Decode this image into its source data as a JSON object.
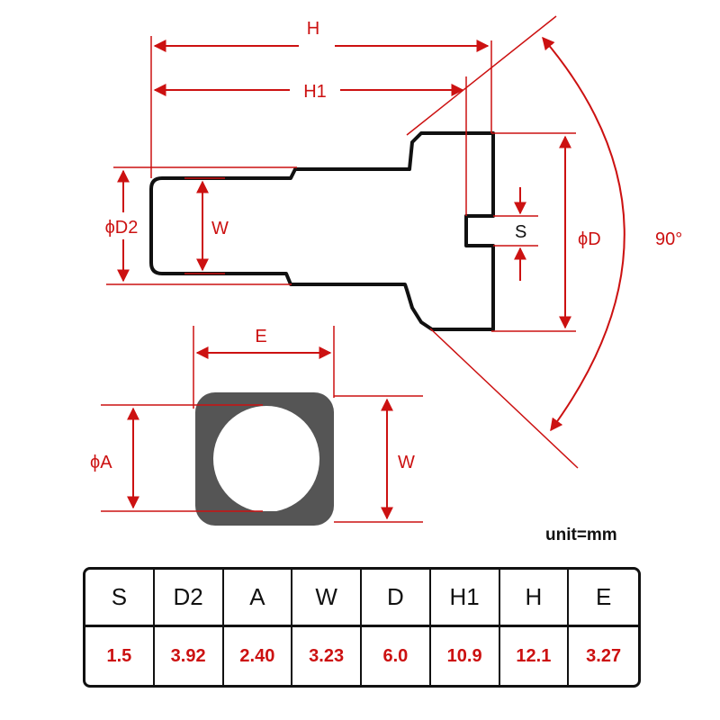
{
  "labels": {
    "H": "H",
    "H1": "H1",
    "D2": "ϕD2",
    "W_side": "W",
    "S": "S",
    "D": "ϕD",
    "angle": "90°",
    "E": "E",
    "A": "ϕA",
    "W_square": "W"
  },
  "unit": "unit=mm",
  "table": {
    "headers": [
      "S",
      "D2",
      "A",
      "W",
      "D",
      "H1",
      "H",
      "E"
    ],
    "values": [
      "1.5",
      "3.92",
      "2.40",
      "3.23",
      "6.0",
      "10.9",
      "12.1",
      "3.27"
    ]
  },
  "colors": {
    "dimension": "#cc1111",
    "outline": "#111111",
    "square_fill": "#555555"
  }
}
